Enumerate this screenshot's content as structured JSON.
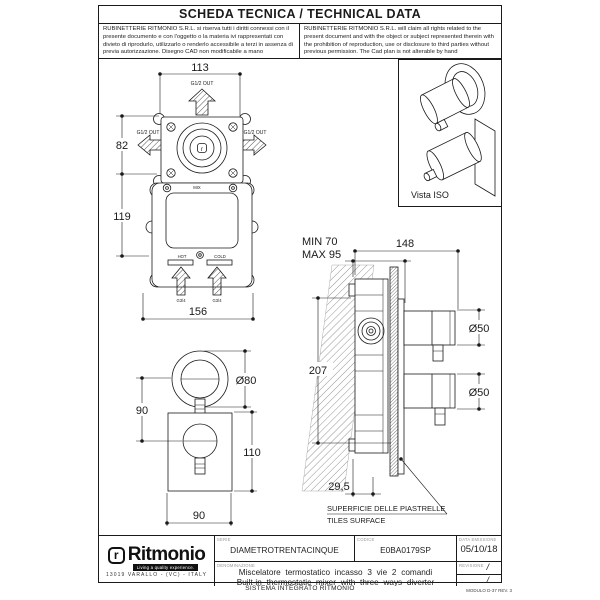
{
  "header": {
    "title": "SCHEDA TECNICA / TECHNICAL DATA",
    "disclaimer_it": "RUBINETTERIE RITMONIO S.R.L. si riserva tutti i diritti connessi con il presente documento e con l'oggetto o la materia ivi rappresentati con divieto di riprodurlo, utilizzarlo o renderlo accessibile a terzi in assenza di previa autorizzazione. Disegno CAD non modificabile a mano",
    "disclaimer_en": "RUBINETTERIE RITMONIO S.R.L. will claim all rights related to the present document and with the object or subject represented therein with the prohibition of reproduction, use or disclosure to third parties without previous permission. The Cad plan is not alterable by hand"
  },
  "drawings": {
    "rough_in_front": {
      "dim_width_top": "113",
      "dim_upper": "82",
      "dim_lower": "119",
      "dim_width_bottom": "156",
      "outlet_label": "G1/2 OUT",
      "inlet_label": "G3/4",
      "mix": "MIX",
      "hot": "HOT",
      "cold": "COLD"
    },
    "trim_front": {
      "dia_knob": "Ø80",
      "dim_centers": "90",
      "dim_plate_h": "110",
      "dim_plate_w": "90"
    },
    "side_section": {
      "depth_min": "MIN 70",
      "depth_max": "MAX 95",
      "dim_width": "148",
      "dim_height": "207",
      "dia_handle": "Ø50",
      "dim_protrusion": "29,5",
      "tiles_it": "SUPERFICIE DELLE PIASTRELLE",
      "tiles_en": "TILES SURFACE"
    },
    "iso": {
      "label": "Vista ISO"
    }
  },
  "title_block": {
    "serie": {
      "label": "SERIE",
      "value": "DIAMETROTRENTACINQUE"
    },
    "codice": {
      "label": "CODICE",
      "value": "E0BA0179SP"
    },
    "data_emissione": {
      "label": "DATA EMISSIONE",
      "value": "05/10/18"
    },
    "denominazione": {
      "label": "DENOMINAZIONE",
      "value_it": "Miscelatore termostatico incasso 3 vie 2 comandi",
      "value_en": "Built-in thermostatic mixer with three ways diverter"
    },
    "revisione": {
      "label": "REVISIONE",
      "value1": "/",
      "value2": "/"
    },
    "logo": {
      "mark": "r",
      "name": "Ritmonio",
      "tagline": "Living a quality experience.",
      "address": "13019 VARALLO - (VC) - ITALY"
    }
  },
  "footer": {
    "center": "SISTEMA INTEGRATO RITMONIO",
    "right": "MODULO D-37 REV. 3"
  }
}
